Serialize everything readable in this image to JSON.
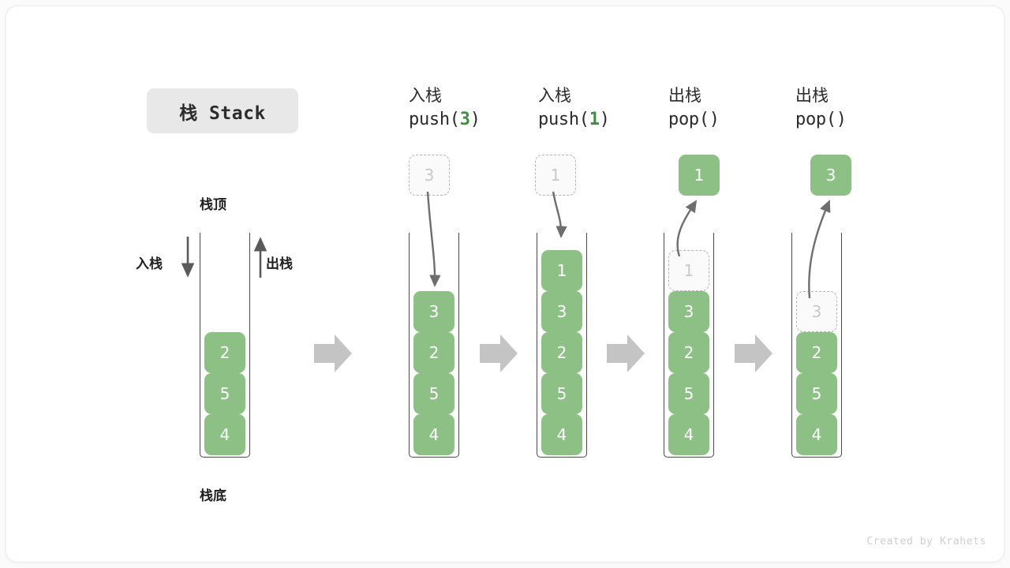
{
  "title": {
    "badge": "栈 Stack"
  },
  "labels": {
    "top": "栈顶",
    "bottom": "栈底",
    "push_side": "入栈",
    "pop_side": "出栈"
  },
  "watermark": "Created by Krahets",
  "colors": {
    "item_fill": "#8cc084",
    "item_text": "#ffffff",
    "ghost_fill": "#fafafa",
    "ghost_border": "#b5b5b5",
    "ghost_text": "#c9c9c9",
    "wall": "#4a4a4a",
    "arrow": "#6e6e6e",
    "block_arrow": "#c4c4c4",
    "badge_bg": "#e8e8e8",
    "accent_number": "#3f8f3f"
  },
  "columns": [
    {
      "id": "initial",
      "head_cn": "",
      "head_code": "",
      "head_code_num": "",
      "stack": [
        "2",
        "5",
        "4"
      ],
      "ghost_in_stack": null,
      "outside_box": null,
      "outside_box_kind": null
    },
    {
      "id": "push-3",
      "head_cn": "入栈",
      "head_code_prefix": "push(",
      "head_code_num": "3",
      "head_code_suffix": ")",
      "stack": [
        "3",
        "2",
        "5",
        "4"
      ],
      "ghost_in_stack": null,
      "outside_box": "3",
      "outside_box_kind": "ghost"
    },
    {
      "id": "push-1",
      "head_cn": "入栈",
      "head_code_prefix": "push(",
      "head_code_num": "1",
      "head_code_suffix": ")",
      "stack": [
        "1",
        "3",
        "2",
        "5",
        "4"
      ],
      "ghost_in_stack": null,
      "outside_box": "1",
      "outside_box_kind": "ghost"
    },
    {
      "id": "pop-1",
      "head_cn": "出栈",
      "head_code_prefix": "pop(",
      "head_code_num": "",
      "head_code_suffix": ")",
      "stack": [
        "3",
        "2",
        "5",
        "4"
      ],
      "ghost_in_stack": "1",
      "outside_box": "1",
      "outside_box_kind": "filled"
    },
    {
      "id": "pop-3",
      "head_cn": "出栈",
      "head_code_prefix": "pop(",
      "head_code_num": "",
      "head_code_suffix": ")",
      "stack": [
        "2",
        "5",
        "4"
      ],
      "ghost_in_stack": "3",
      "outside_box": "3",
      "outside_box_kind": "filled"
    }
  ]
}
